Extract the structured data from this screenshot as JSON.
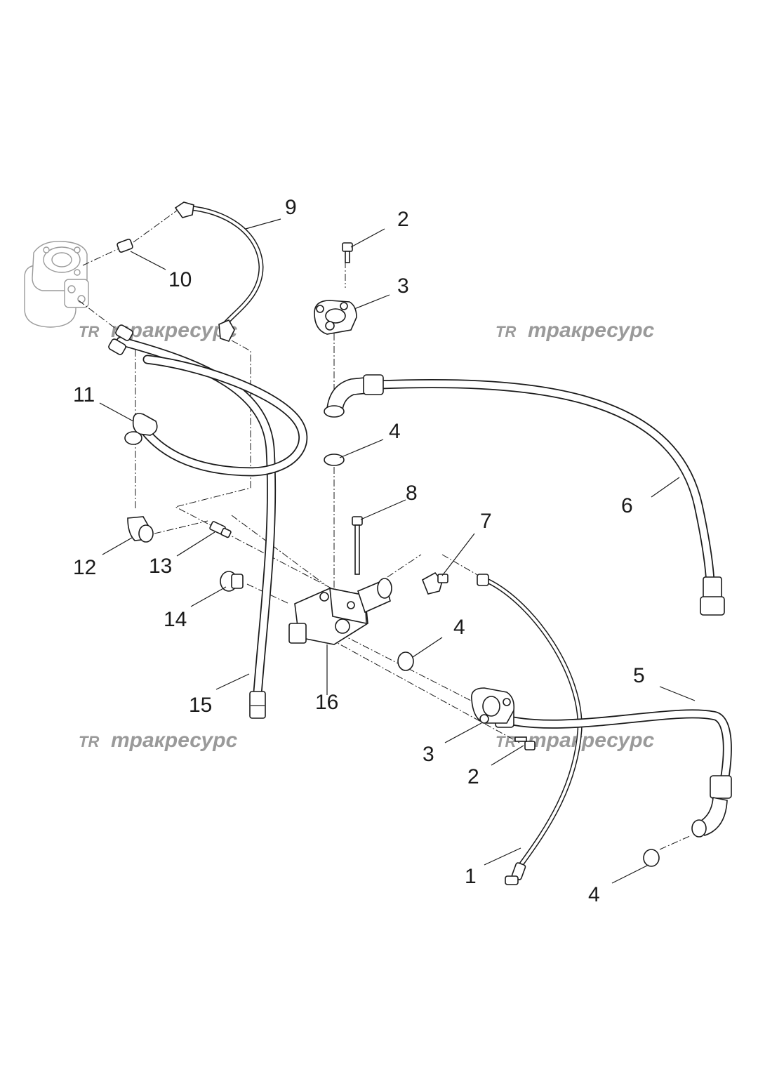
{
  "watermark": {
    "logo": "TR",
    "text": "тракресурс"
  },
  "callouts": {
    "c1": "1",
    "c2a": "2",
    "c2b": "2",
    "c3a": "3",
    "c3b": "3",
    "c4a": "4",
    "c4b": "4",
    "c4c": "4",
    "c5": "5",
    "c6": "6",
    "c7": "7",
    "c8": "8",
    "c9": "9",
    "c10": "10",
    "c11": "11",
    "c12": "12",
    "c13": "13",
    "c14": "14",
    "c15": "15",
    "c16": "16"
  }
}
